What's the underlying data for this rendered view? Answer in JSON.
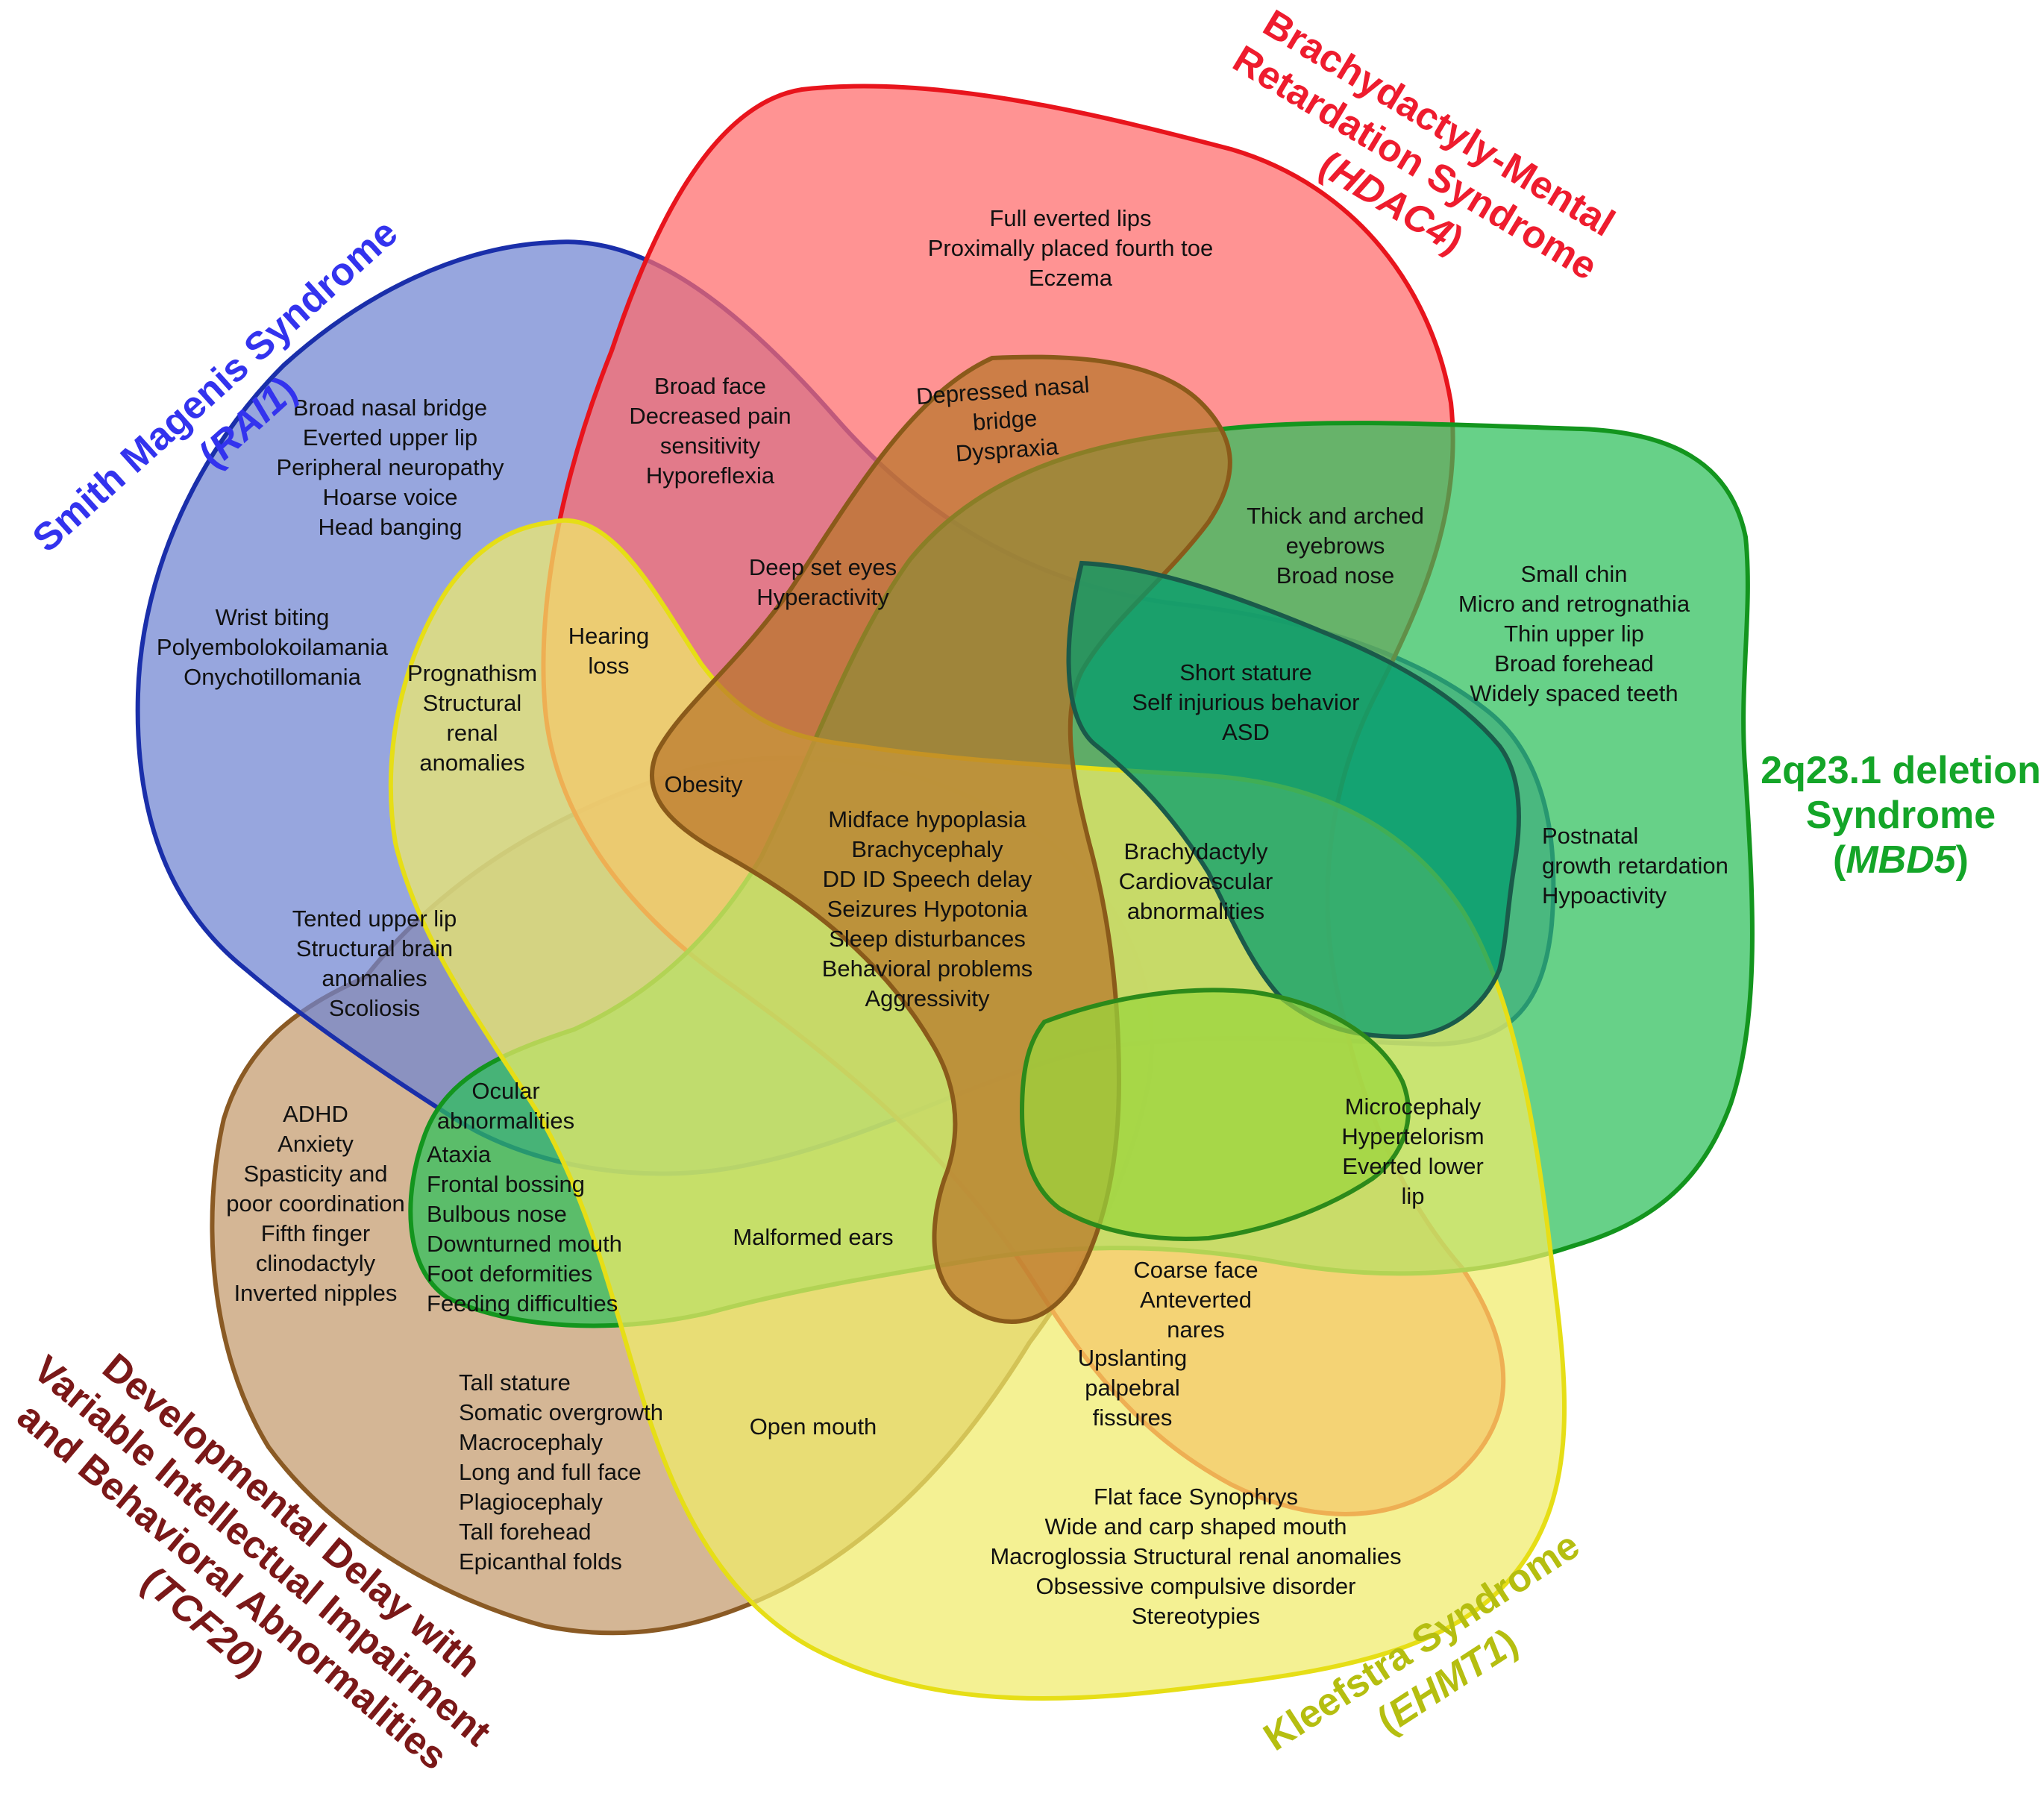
{
  "sets": [
    {
      "key": "smith",
      "name": "Smith Magenis Syndrome",
      "gene": "RAI1",
      "color": "#3333ee",
      "stroke": "#1a2faa",
      "fill": "#6f84d1"
    },
    {
      "key": "bmrs",
      "name": "Brachydactyly-Mental Retardation Syndrome",
      "name_lines": [
        "Brachydactyly-Mental",
        "Retardation Syndrome"
      ],
      "gene": "HDAC4",
      "color": "#ee1c2e",
      "stroke": "#e8141c",
      "fill": "#ff6a6a"
    },
    {
      "key": "mbd5",
      "name": "2q23.1 deletion Syndrome",
      "name_lines": [
        "2q23.1 deletion",
        "Syndrome"
      ],
      "gene": "MBD5",
      "color": "#14a528",
      "stroke": "#13951e",
      "fill": "#2cbf5a"
    },
    {
      "key": "kleefstra",
      "name": "Kleefstra Syndrome",
      "gene": "EHMT1",
      "color": "#b5be10",
      "stroke": "#e6de16",
      "fill": "#f0ec6a"
    },
    {
      "key": "tcf20",
      "name": "Developmental Delay with Variable Intellectual Impairment and Behavioral Abnormalities",
      "name_lines": [
        "Developmental Delay with",
        "Variable Intellectual Impairment",
        "and Behavioral Abnormalities"
      ],
      "gene": "TCF20",
      "color": "#7a1818",
      "stroke": "#8a5a24",
      "fill": "#c49a6c"
    },
    {
      "key": "inner_brown",
      "name": "",
      "gene": "",
      "color": "",
      "stroke": "#8a5a1a",
      "fill": "#b9762a"
    },
    {
      "key": "inner_teal",
      "name": "",
      "gene": "",
      "color": "",
      "stroke": "#1a5a4a",
      "fill": "#009b6e"
    },
    {
      "key": "inner_green",
      "name": "",
      "gene": "",
      "color": "",
      "stroke": "#2c8a1a",
      "fill": "#9ad63c"
    }
  ],
  "regions": [
    {
      "id": "smith-only-1",
      "lines": [
        "Broad nasal bridge",
        "Everted upper lip",
        "Peripheral neuropathy",
        "Hoarse voice",
        "Head banging"
      ]
    },
    {
      "id": "smith-only-2",
      "lines": [
        "Wrist biting",
        "Polyembolokoilamania",
        "Onychotillomania"
      ]
    },
    {
      "id": "bmrs-only",
      "lines": [
        "Full everted lips",
        "Proximally placed fourth toe",
        "Eczema"
      ]
    },
    {
      "id": "smith-bmrs",
      "lines": [
        "Broad face",
        "Decreased pain",
        "sensitivity",
        "Hyporeflexia"
      ]
    },
    {
      "id": "bmrs-inner",
      "lines": [
        "Depressed nasal",
        "bridge",
        "Dyspraxia"
      ]
    },
    {
      "id": "deep-set-eyes",
      "lines": [
        "Deep set eyes",
        "Hyperactivity"
      ]
    },
    {
      "id": "bmrs-mbd5",
      "lines": [
        "Thick and arched",
        "eyebrows",
        "Broad nose"
      ]
    },
    {
      "id": "mbd5-only-1",
      "lines": [
        "Small chin",
        "Micro and retrognathia",
        "Thin upper lip",
        "Broad forehead",
        "Widely spaced teeth"
      ]
    },
    {
      "id": "mbd5-only-2",
      "lines": [
        "Postnatal",
        "growth retardation",
        "Hypoactivity"
      ]
    },
    {
      "id": "short-stature",
      "lines": [
        "Short stature",
        "Self injurious behavior",
        "ASD"
      ]
    },
    {
      "id": "hearing-loss",
      "lines": [
        "Hearing",
        "loss"
      ]
    },
    {
      "id": "prognathism",
      "lines": [
        "Prognathism",
        "Structural",
        "renal",
        "anomalies"
      ]
    },
    {
      "id": "obesity",
      "lines": [
        "Obesity"
      ]
    },
    {
      "id": "center-all",
      "lines": [
        "Midface hypoplasia",
        "Brachycephaly",
        "DD  ID  Speech delay",
        "Seizures  Hypotonia",
        "Sleep disturbances",
        "Behavioral problems",
        "Aggressivity"
      ]
    },
    {
      "id": "brachydactyly",
      "lines": [
        "Brachydactyly",
        "Cardiovascular",
        "abnormalities"
      ]
    },
    {
      "id": "tented-upper-lip",
      "lines": [
        "Tented upper lip",
        "Structural brain",
        "anomalies",
        "Scoliosis"
      ]
    },
    {
      "id": "ocular",
      "lines": [
        "Ocular",
        "abnormalities"
      ]
    },
    {
      "id": "tcf20-only-1",
      "lines": [
        "ADHD",
        "Anxiety",
        "Spasticity and",
        "poor coordination",
        "Fifth finger",
        "clinodactyly",
        "Inverted nipples"
      ]
    },
    {
      "id": "green-inner-list",
      "lines": [
        "Ataxia",
        "Frontal bossing",
        "Bulbous nose",
        "Downturned mouth",
        "Foot deformities",
        "Feeding difficulties"
      ]
    },
    {
      "id": "malformed-ears",
      "lines": [
        "Malformed ears"
      ]
    },
    {
      "id": "microcephaly",
      "lines": [
        "Microcephaly",
        "Hypertelorism",
        "Everted lower",
        "lip"
      ]
    },
    {
      "id": "coarse-face",
      "lines": [
        "Coarse face",
        "Anteverted",
        "nares"
      ]
    },
    {
      "id": "upslanting",
      "lines": [
        "Upslanting",
        "palpebral",
        "fissures"
      ]
    },
    {
      "id": "tcf20-only-2",
      "lines": [
        "Tall stature",
        "Somatic overgrowth",
        "Macrocephaly",
        "Long and full face",
        "Plagiocephaly",
        "Tall forehead",
        "Epicanthal folds"
      ]
    },
    {
      "id": "open-mouth",
      "lines": [
        "Open mouth"
      ]
    },
    {
      "id": "kleefstra-only",
      "lines": [
        "Flat face  Synophrys",
        "Wide and carp shaped mouth",
        "Macroglossia  Structural renal anomalies",
        "Obsessive compulsive disorder",
        "Stereotypies"
      ]
    }
  ]
}
